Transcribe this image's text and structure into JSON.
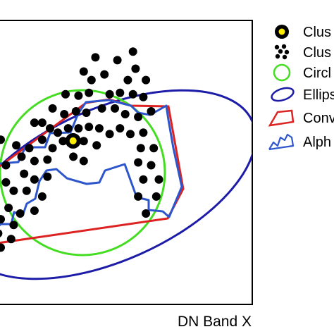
{
  "chart_data": {
    "type": "scatter",
    "title": "",
    "xlabel": "DN Band X",
    "ylabel": "",
    "xlim": [
      0,
      100
    ],
    "ylim": [
      0,
      100
    ],
    "grid": false,
    "legend_placement": "right",
    "legend": [
      {
        "key": "cluster-center",
        "label": "Clus"
      },
      {
        "key": "cluster-points",
        "label": "Clus"
      },
      {
        "key": "circle",
        "label": "Circl"
      },
      {
        "key": "ellipse",
        "label": "Ellips"
      },
      {
        "key": "convex-hull",
        "label": "Conv"
      },
      {
        "key": "alpha-shape",
        "label": "Alph"
      }
    ],
    "colors": {
      "circle": "#44dd22",
      "ellipse": "#1c1ca8",
      "convex": "#dd2222",
      "alpha": "#2e56cc",
      "center_fill": "#ffee00",
      "points": "#000000"
    },
    "center": {
      "x": 30.9,
      "y": 57.6
    },
    "points": [
      {
        "x": 54,
        "y": 89
      },
      {
        "x": 39.5,
        "y": 87
      },
      {
        "x": 48,
        "y": 86
      },
      {
        "x": 55,
        "y": 83
      },
      {
        "x": 35,
        "y": 82
      },
      {
        "x": 43,
        "y": 81
      },
      {
        "x": 38,
        "y": 79
      },
      {
        "x": 52,
        "y": 79
      },
      {
        "x": 59,
        "y": 79
      },
      {
        "x": 28,
        "y": 74
      },
      {
        "x": 33,
        "y": 73.5
      },
      {
        "x": 37,
        "y": 74.5
      },
      {
        "x": 45,
        "y": 74
      },
      {
        "x": 49,
        "y": 74.5
      },
      {
        "x": 54,
        "y": 74
      },
      {
        "x": 58,
        "y": 73
      },
      {
        "x": 23,
        "y": 69
      },
      {
        "x": 27.5,
        "y": 67
      },
      {
        "x": 32,
        "y": 68
      },
      {
        "x": 36,
        "y": 67.5
      },
      {
        "x": 42,
        "y": 69
      },
      {
        "x": 47,
        "y": 69
      },
      {
        "x": 51,
        "y": 67
      },
      {
        "x": 56,
        "y": 66
      },
      {
        "x": 61,
        "y": 68
      },
      {
        "x": 16,
        "y": 64
      },
      {
        "x": 19,
        "y": 64
      },
      {
        "x": 22,
        "y": 62
      },
      {
        "x": 25,
        "y": 60.5
      },
      {
        "x": 29,
        "y": 62
      },
      {
        "x": 33,
        "y": 62
      },
      {
        "x": 37,
        "y": 62.5
      },
      {
        "x": 41,
        "y": 62
      },
      {
        "x": 45,
        "y": 60
      },
      {
        "x": 49,
        "y": 62
      },
      {
        "x": 53,
        "y": 60
      },
      {
        "x": 58,
        "y": 60.5
      },
      {
        "x": 3,
        "y": 58
      },
      {
        "x": 9,
        "y": 56
      },
      {
        "x": 14,
        "y": 55
      },
      {
        "x": 19,
        "y": 58
      },
      {
        "x": 23,
        "y": 55
      },
      {
        "x": 27,
        "y": 57.5
      },
      {
        "x": 35,
        "y": 57.5
      },
      {
        "x": 40,
        "y": 56
      },
      {
        "x": 57,
        "y": 55
      },
      {
        "x": 62,
        "y": 55
      },
      {
        "x": 11,
        "y": 52
      },
      {
        "x": 16,
        "y": 50.5
      },
      {
        "x": 21,
        "y": 51
      },
      {
        "x": 31,
        "y": 52
      },
      {
        "x": 35,
        "y": 50.5
      },
      {
        "x": 56,
        "y": 50
      },
      {
        "x": 61,
        "y": 49
      },
      {
        "x": 5,
        "y": 49
      },
      {
        "x": 12,
        "y": 46
      },
      {
        "x": 16,
        "y": 44
      },
      {
        "x": 21,
        "y": 45
      },
      {
        "x": 58,
        "y": 44
      },
      {
        "x": 64,
        "y": 44
      },
      {
        "x": 5,
        "y": 43
      },
      {
        "x": 8,
        "y": 40
      },
      {
        "x": 13,
        "y": 40
      },
      {
        "x": 19,
        "y": 38
      },
      {
        "x": 56,
        "y": 38
      },
      {
        "x": 63,
        "y": 38
      },
      {
        "x": 0.5,
        "y": 35.5
      },
      {
        "x": 6,
        "y": 34
      },
      {
        "x": 10.5,
        "y": 32
      },
      {
        "x": 16,
        "y": 33
      },
      {
        "x": 59,
        "y": 32
      },
      {
        "x": 3,
        "y": 30
      },
      {
        "x": 8,
        "y": 28
      },
      {
        "x": 2,
        "y": 25
      },
      {
        "x": 7,
        "y": 23
      },
      {
        "x": 3,
        "y": 20
      }
    ]
  }
}
